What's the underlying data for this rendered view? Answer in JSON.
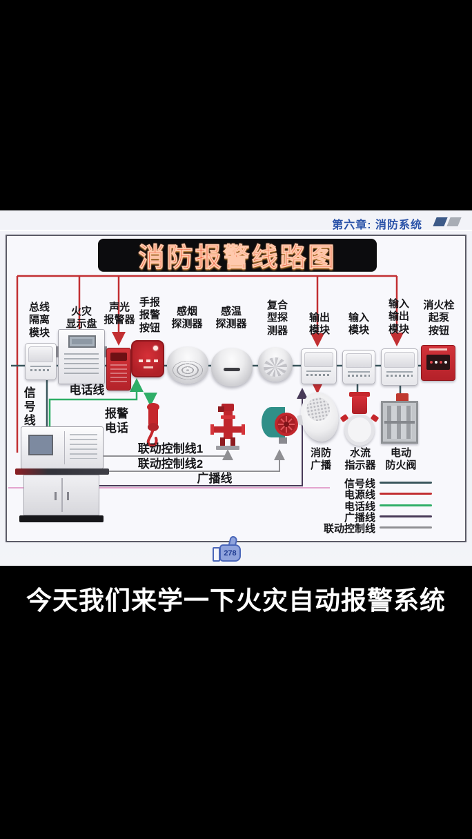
{
  "header": {
    "chapter_label": "第六章: 消防系统"
  },
  "diagram": {
    "title": "消防报警线路图",
    "top_row": [
      {
        "id": "bus-isolation-module",
        "label": "总线\n隔离\n模块"
      },
      {
        "id": "fire-display-panel",
        "label": "火灾\n显示盘"
      },
      {
        "id": "sound-light-alarm",
        "label": "声光\n报警器"
      },
      {
        "id": "manual-call-point",
        "label": "手报\n报警\n按钮"
      },
      {
        "id": "smoke-detector",
        "label": "感烟\n探测器"
      },
      {
        "id": "heat-detector",
        "label": "感温\n探测器"
      },
      {
        "id": "combined-detector",
        "label": "复合\n型探\n测器"
      },
      {
        "id": "output-module",
        "label": "输出\n模块"
      },
      {
        "id": "input-module",
        "label": "输入\n模块"
      },
      {
        "id": "input-output-module",
        "label": "输入\n输出\n模块"
      },
      {
        "id": "hydrant-pump-button",
        "label": "消火栓\n起泵\n按钮"
      }
    ],
    "wire_labels": {
      "signal": "信号线",
      "phone": "电话线",
      "alarm_phone": "报警\n电话",
      "linkage1": "联动控制线1",
      "linkage2": "联动控制线2",
      "broadcast": "广播线"
    },
    "bottom_row": [
      {
        "id": "fire-broadcast-speaker",
        "label": "消防\n广播"
      },
      {
        "id": "water-flow-indicator",
        "label": "水流\n指示器"
      },
      {
        "id": "fire-damper",
        "label": "电动\n防火阀"
      }
    ],
    "legend": {
      "items": [
        {
          "label": "信号线",
          "color": "#3a565c"
        },
        {
          "label": "电源线",
          "color": "#c22f32"
        },
        {
          "label": "电话线",
          "color": "#2fae67"
        },
        {
          "label": "广播线",
          "color": "#483a58"
        },
        {
          "label": "联动控制线",
          "color": "#8f8f93"
        }
      ]
    }
  },
  "reactions": {
    "like_count": "278"
  },
  "caption": {
    "text": "今天我们来学一下火灾自动报警系统"
  },
  "colors": {
    "power_line": "#c22f32",
    "signal_line": "#3a565c",
    "phone_line": "#2fae67",
    "broadcast_line": "#483a58",
    "linkage_line": "#8f8f93",
    "header_text": "#2a52a8",
    "title_text": "#e8421c",
    "like_accent": "#4a66b8"
  }
}
